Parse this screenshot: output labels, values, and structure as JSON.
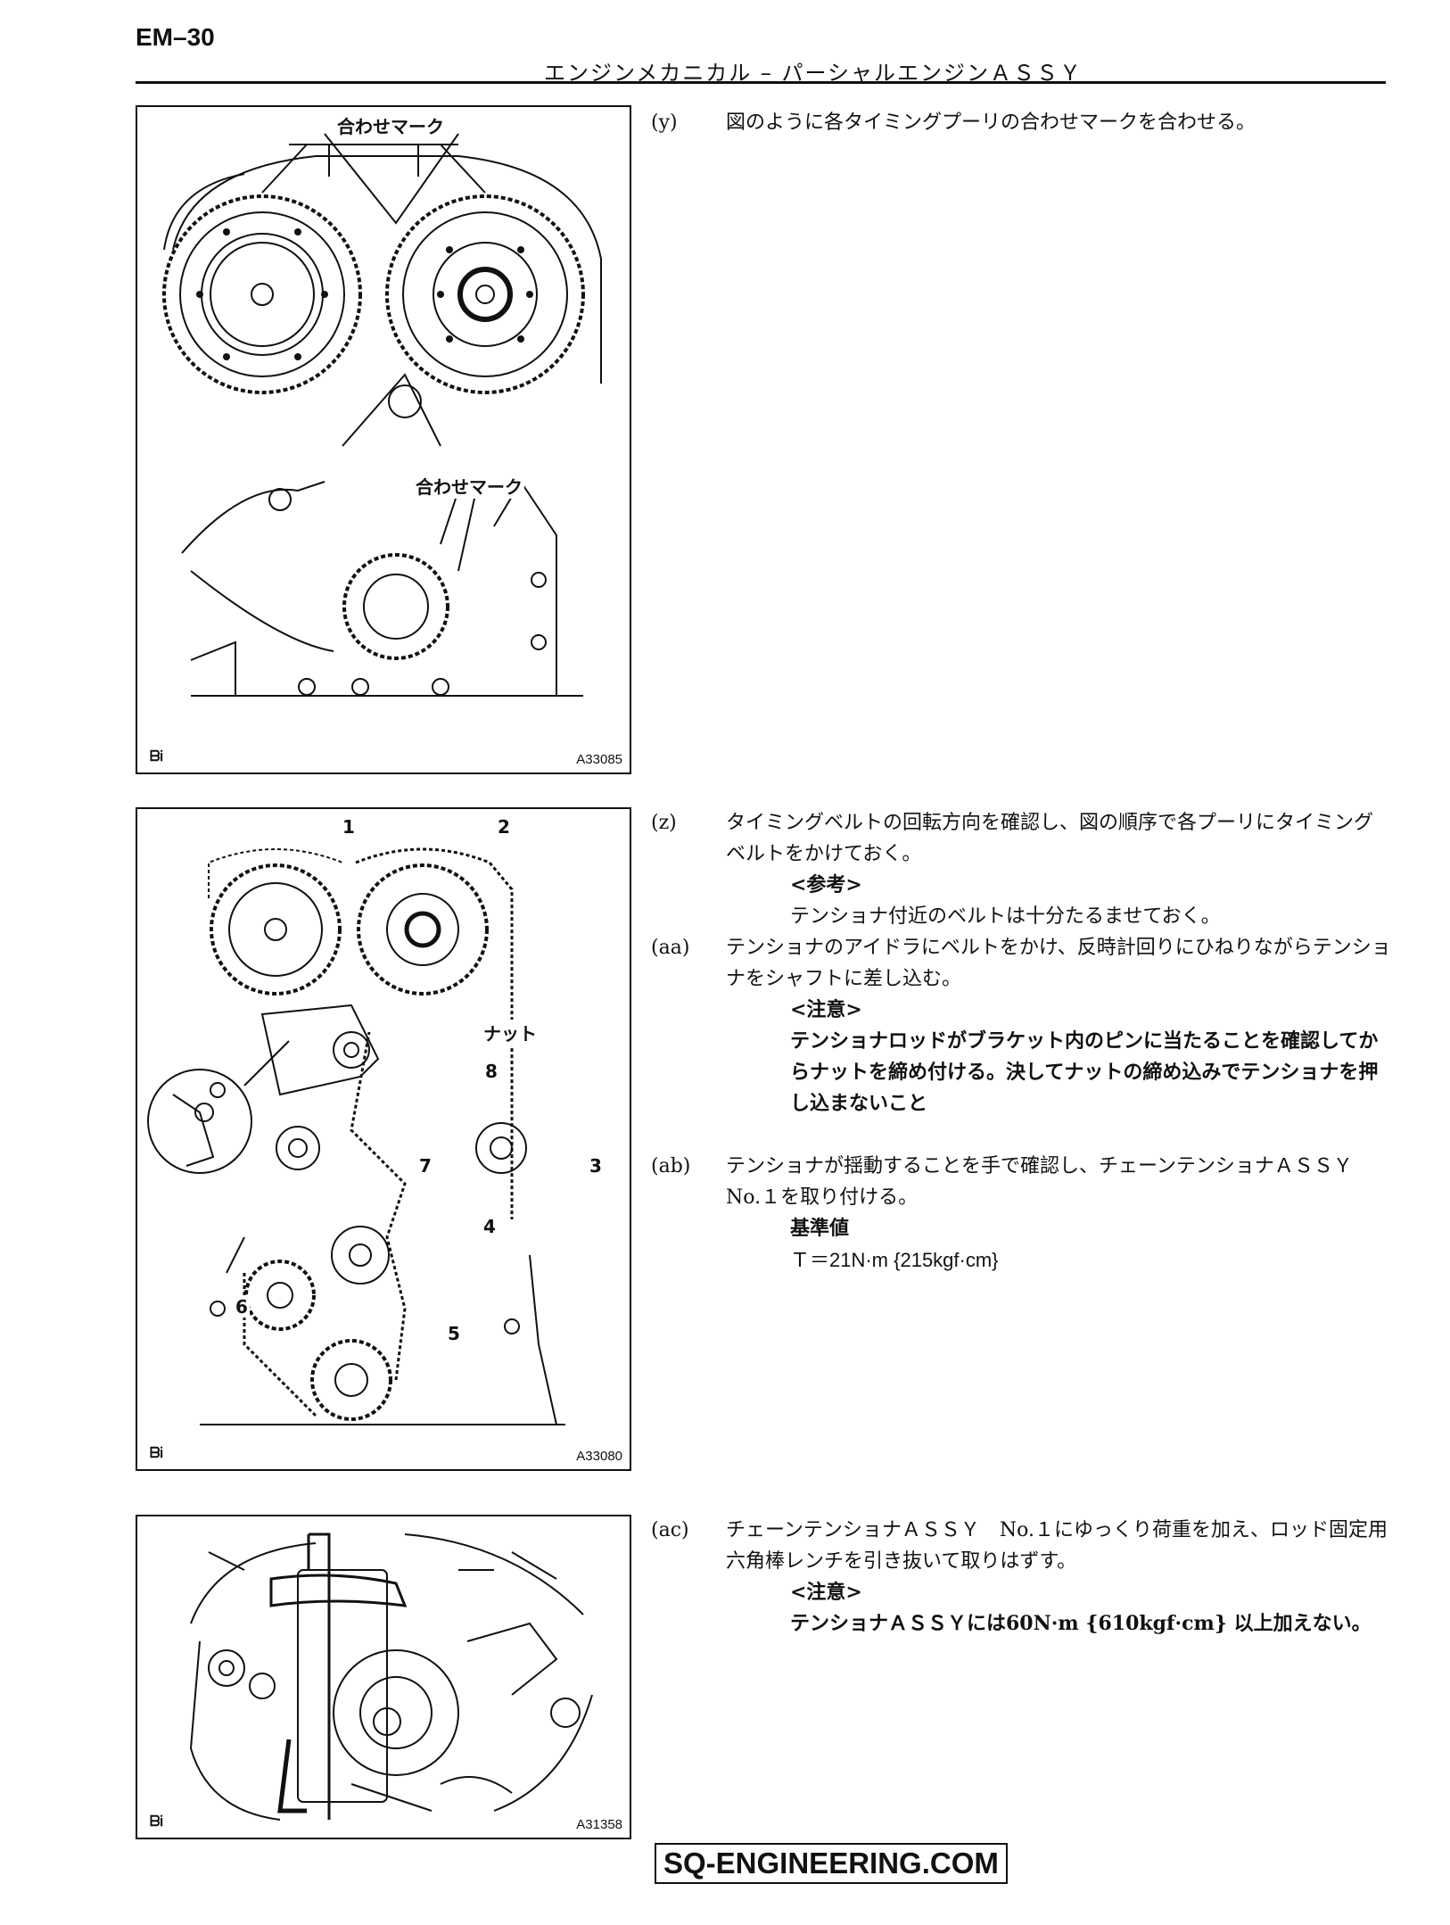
{
  "header": {
    "page_code": "EM–30",
    "section_title": "エンジンメカニカル – パーシャルエンジンＡＳＳＹ"
  },
  "figures": [
    {
      "code": "A33085",
      "mark": "ᗷᎥ",
      "labels": [
        "合わせマーク",
        "合わせマーク"
      ]
    },
    {
      "code": "A33080",
      "mark": "ᗷᎥ",
      "labels": [
        "1",
        "2",
        "3",
        "4",
        "5",
        "6",
        "7",
        "8",
        "ナット"
      ]
    },
    {
      "code": "A31358",
      "mark": "ᗷᎥ",
      "labels": []
    }
  ],
  "steps": [
    {
      "label": "(y)",
      "text": "図のように各タイミングプーリの合わせマークを合わせる。"
    },
    {
      "label": "(z)",
      "text": "タイミングベルトの回転方向を確認し、図の順序で各プーリにタイミングベルトをかけておく。",
      "note_heading": "<参考>",
      "note_text": "テンショナ付近のベルトは十分たるませておく。"
    },
    {
      "label": "(aa)",
      "text": "テンショナのアイドラにベルトをかけ、反時計回りにひねりながらテンショナをシャフトに差し込む。",
      "note_heading": "<注意>",
      "note_text": "テンショナロッドがブラケット内のピンに当たることを確認してからナットを締め付ける。決してナットの締め込みでテンショナを押し込まないこと"
    },
    {
      "label": "(ab)",
      "text": "テンショナが揺動することを手で確認し、チェーンテンショナＡＳＳＹ　No.１を取り付ける。",
      "note_heading": "基準値",
      "note_text": "Ｔ＝21N·m {215kgf·cm}"
    },
    {
      "label": "(ac)",
      "text": "チェーンテンショナＡＳＳＹ　No.１にゆっくり荷重を加え、ロッド固定用六角棒レンチを引き抜いて取りはずす。",
      "note_heading": "<注意>",
      "note_text": "テンショナＡＳＳＹには60N·m {610kgf·cm} 以上加えない。"
    }
  ],
  "footer": {
    "brand": "SQ-ENGINEERING.COM"
  }
}
